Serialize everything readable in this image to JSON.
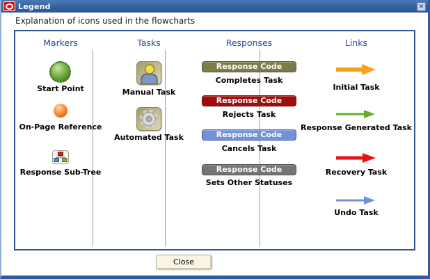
{
  "window": {
    "title": "Legend",
    "subtitle": "Explanation of icons used in the flowcharts",
    "close_button_label": "Close",
    "close_icon_glyph": "✕",
    "titlebar_color": "#35639f"
  },
  "markers": {
    "header": "Markers",
    "items": [
      {
        "label": "Start Point",
        "icon": "green-sphere-icon",
        "color": "#5b9630"
      },
      {
        "label": "On-Page Reference",
        "icon": "orange-sphere-icon",
        "color": "#f07428"
      },
      {
        "label": "Response Sub-Tree",
        "icon": "sub-tree-icon"
      }
    ]
  },
  "tasks": {
    "header": "Tasks",
    "items": [
      {
        "label": "Manual Task",
        "icon": "person-icon"
      },
      {
        "label": "Automated Task",
        "icon": "gear-icon"
      }
    ]
  },
  "responses": {
    "header": "Responses",
    "badge_text": "Response Code",
    "items": [
      {
        "label": "Completes Task",
        "color": "#7b7c49"
      },
      {
        "label": "Rejects Task",
        "color": "#9f0e0e"
      },
      {
        "label": "Cancels Task",
        "color": "#7191d9"
      },
      {
        "label": "Sets Other Statuses",
        "color": "#757575"
      }
    ]
  },
  "links": {
    "header": "Links",
    "items": [
      {
        "label": "Initial Task",
        "color": "#f6a21c"
      },
      {
        "label": "Response Generated Task",
        "color": "#62ae2c"
      },
      {
        "label": "Recovery Task",
        "color": "#ea1212"
      },
      {
        "label": "Undo Task",
        "color": "#7191d9"
      }
    ]
  }
}
